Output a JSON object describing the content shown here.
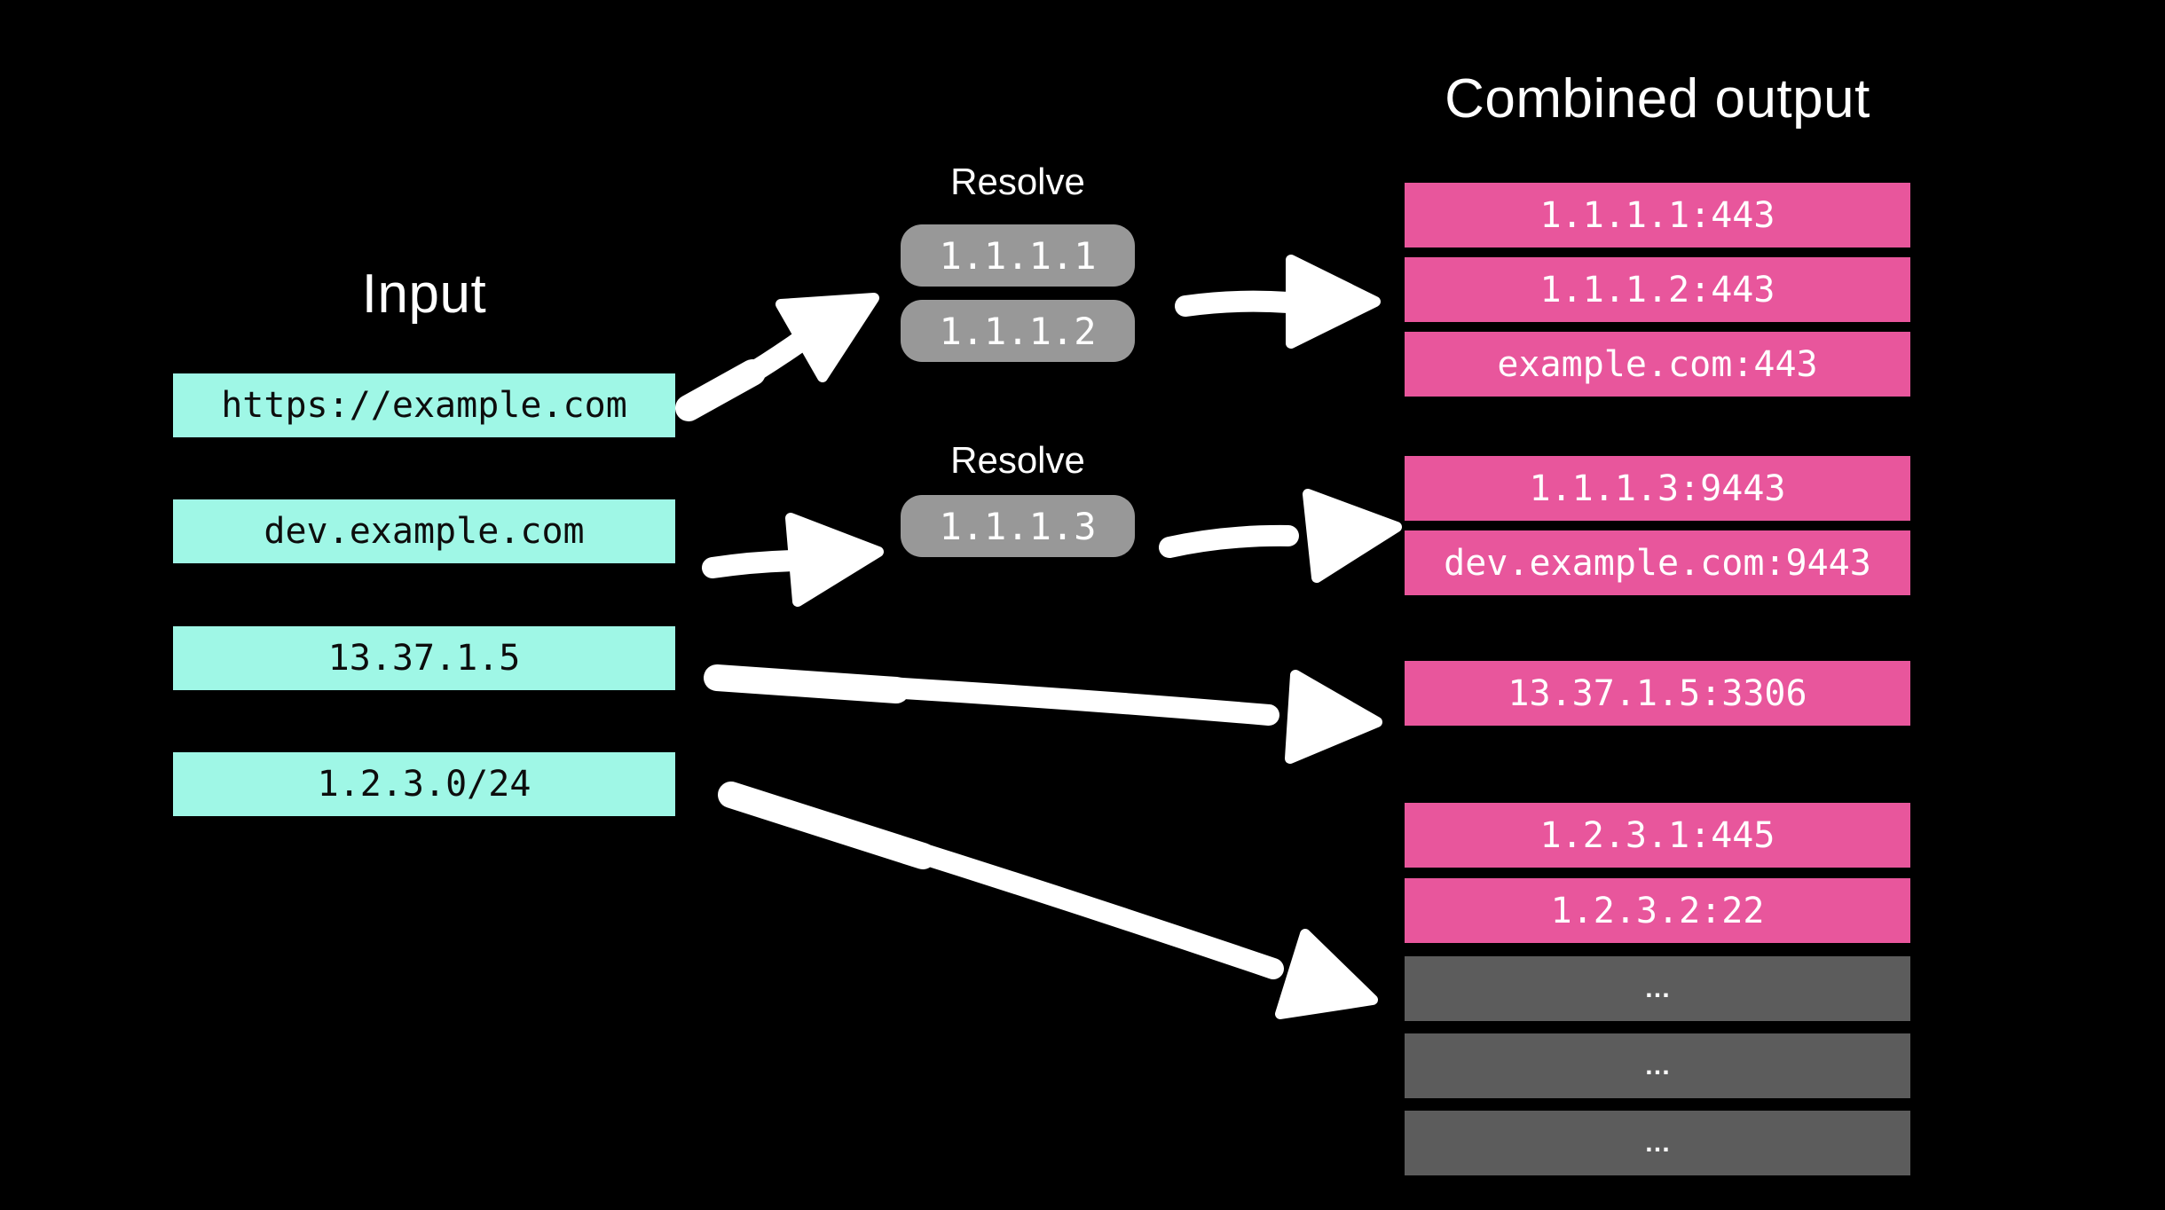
{
  "colors": {
    "background": "#000000",
    "input_box": "#9ff7e6",
    "input_box_text": "#0d0d0d",
    "resolve_box": "#989898",
    "output_box": "#e8569c",
    "ellipsis_box": "#5c5c5c",
    "arrow": "#ffffff",
    "text": "#ffffff"
  },
  "input": {
    "title": "Input",
    "items": [
      "https://example.com",
      "dev.example.com",
      "13.37.1.5",
      "1.2.3.0/24"
    ]
  },
  "resolve_groups": [
    {
      "label": "Resolve",
      "items": [
        "1.1.1.1",
        "1.1.1.2"
      ]
    },
    {
      "label": "Resolve",
      "items": [
        "1.1.1.3"
      ]
    }
  ],
  "output": {
    "title": "Combined output",
    "groups": [
      {
        "items": [
          "1.1.1.1:443",
          "1.1.1.2:443",
          "example.com:443"
        ]
      },
      {
        "items": [
          "1.1.1.3:9443",
          "dev.example.com:9443"
        ]
      },
      {
        "items": [
          "13.37.1.5:3306"
        ]
      },
      {
        "items": [
          "1.2.3.1:445",
          "1.2.3.2:22"
        ]
      }
    ],
    "ellipsis_items": [
      "…",
      "…",
      "…"
    ]
  }
}
